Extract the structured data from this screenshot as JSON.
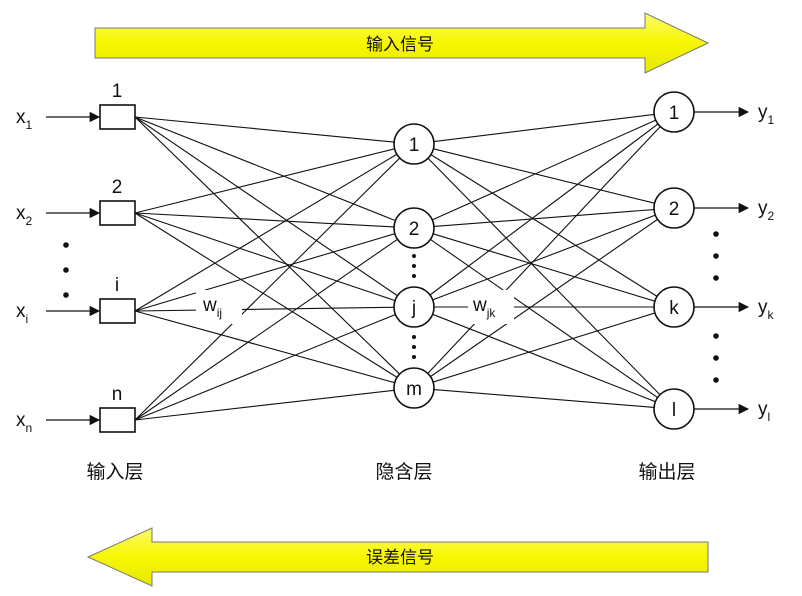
{
  "signals": {
    "forward": "输入信号",
    "backward": "误差信号"
  },
  "layers": {
    "input": {
      "title": "输入层",
      "nodes": [
        "1",
        "2",
        "i",
        "n"
      ],
      "inputs": [
        {
          "base": "x",
          "sub": "1"
        },
        {
          "base": "x",
          "sub": "2"
        },
        {
          "base": "x",
          "sub": "i"
        },
        {
          "base": "x",
          "sub": "n"
        }
      ]
    },
    "hidden": {
      "title": "隐含层",
      "nodes": [
        "1",
        "2",
        "j",
        "m"
      ]
    },
    "output": {
      "title": "输出层",
      "nodes": [
        "1",
        "2",
        "k",
        "l"
      ],
      "outputs": [
        {
          "base": "y",
          "sub": "1"
        },
        {
          "base": "y",
          "sub": "2"
        },
        {
          "base": "y",
          "sub": "k"
        },
        {
          "base": "y",
          "sub": "l"
        }
      ]
    }
  },
  "weights": {
    "input_hidden": {
      "base": "w",
      "sub": "ij"
    },
    "hidden_output": {
      "base": "w",
      "sub": "jk"
    }
  },
  "colors": {
    "arrow_fill": "#f7f700",
    "arrow_fill_light": "#fafa9a",
    "line": "#111111"
  }
}
